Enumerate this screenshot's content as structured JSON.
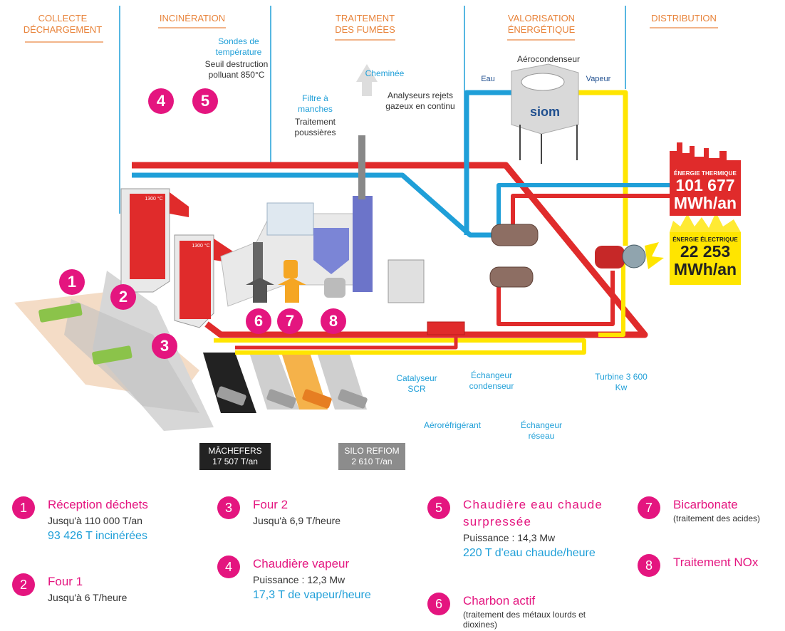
{
  "zones": {
    "collecte": "COLLECTE DÉCHARGEMENT",
    "incineration": "INCINÉRATION",
    "traitement": "TRAITEMENT DES FUMÉES",
    "valorisation": "VALORISATION ÉNERGÉTIQUE",
    "distribution": "DISTRIBUTION"
  },
  "labels": {
    "sondes": "Sondes de température",
    "seuil": "Seuil destruction polluant 850°C",
    "cheminee": "Cheminée",
    "filtre": "Filtre à manches",
    "traitement_poussieres": "Traitement poussières",
    "analyseurs": "Analyseurs rejets gazeux en continu",
    "aerocondenseur": "Aérocondenseur",
    "eau": "Eau",
    "vapeur": "Vapeur",
    "catalyseur": "Catalyseur SCR",
    "echangeur_condenseur": "Échangeur condenseur",
    "aerorefrigerant": "Aéroréfrigérant",
    "echangeur_reseau": "Échangeur réseau",
    "turbine": "Turbine 3 600 Kw",
    "temp1": "1300 °C",
    "temp2": "1300 °C",
    "logo": "siom"
  },
  "stats": {
    "thermique_caption": "ÉNERGIE THERMIQUE",
    "thermique_value": "101 677",
    "thermique_unit": "MWh/an",
    "electrique_caption": "ÉNERGIE ÉLECTRIQUE",
    "electrique_value": "22 253",
    "electrique_unit": "MWh/an"
  },
  "outputs": {
    "machefers_title": "MÂCHEFERS",
    "machefers_value": "17 507 T/an",
    "silo_title": "SILO REFIOM",
    "silo_value": "2 610 T/an"
  },
  "badges": [
    "1",
    "2",
    "3",
    "4",
    "5",
    "6",
    "7",
    "8"
  ],
  "legend": [
    {
      "num": "1",
      "title": "Réception déchets",
      "line": "Jusqu'à 110 000 T/an",
      "blue": "93 426 T incinérées"
    },
    {
      "num": "2",
      "title": "Four 1",
      "line": "Jusqu'à 6 T/heure"
    },
    {
      "num": "3",
      "title": "Four 2",
      "line": "Jusqu'à 6,9 T/heure"
    },
    {
      "num": "4",
      "title": "Chaudière vapeur",
      "line": "Puissance : 12,3 Mw",
      "blue": "17,3 T de vapeur/heure"
    },
    {
      "num": "5",
      "title": "Chaudière eau chaude surpressée",
      "line": "Puissance : 14,3 Mw",
      "blue": "220 T d'eau chaude/heure"
    },
    {
      "num": "6",
      "title": "Charbon actif",
      "small": "(traitement des métaux lourds et dioxines)"
    },
    {
      "num": "7",
      "title": "Bicarbonate",
      "small": "(traitement des acides)"
    },
    {
      "num": "8",
      "title": "Traitement NOx"
    }
  ],
  "colors": {
    "magenta": "#e4157f",
    "orange": "#e8833a",
    "red": "#e02b2b",
    "blue": "#1f9fd8",
    "yellow": "#ffe500"
  }
}
